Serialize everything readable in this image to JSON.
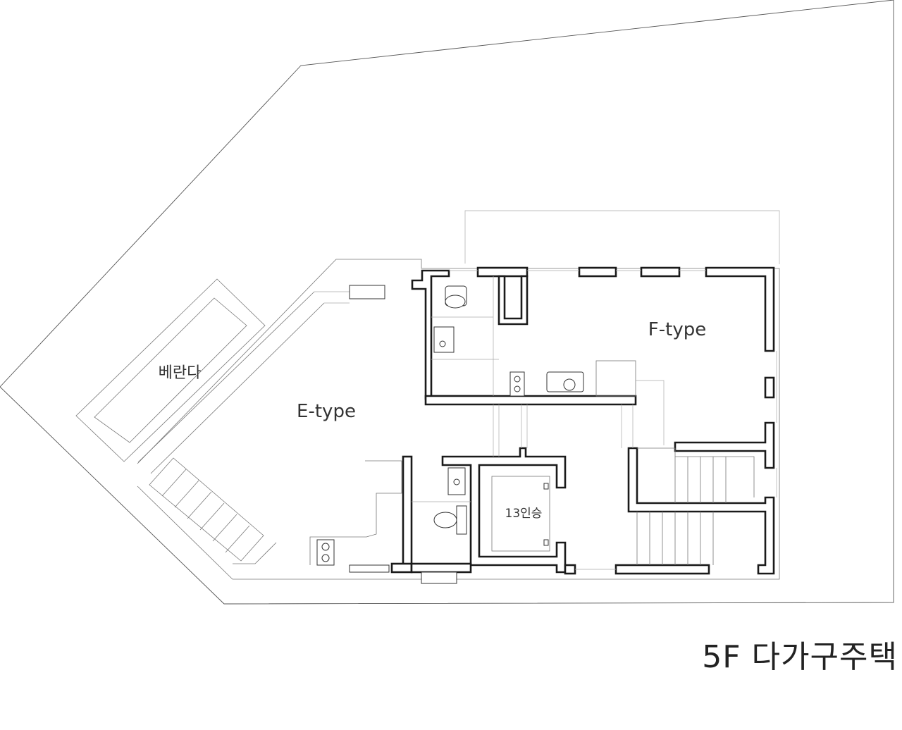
{
  "labels": {
    "veranda": "베란다",
    "unit_e": "E-type",
    "unit_f": "F-type",
    "elevator": "13인승"
  },
  "caption": "5F 다가구주택"
}
